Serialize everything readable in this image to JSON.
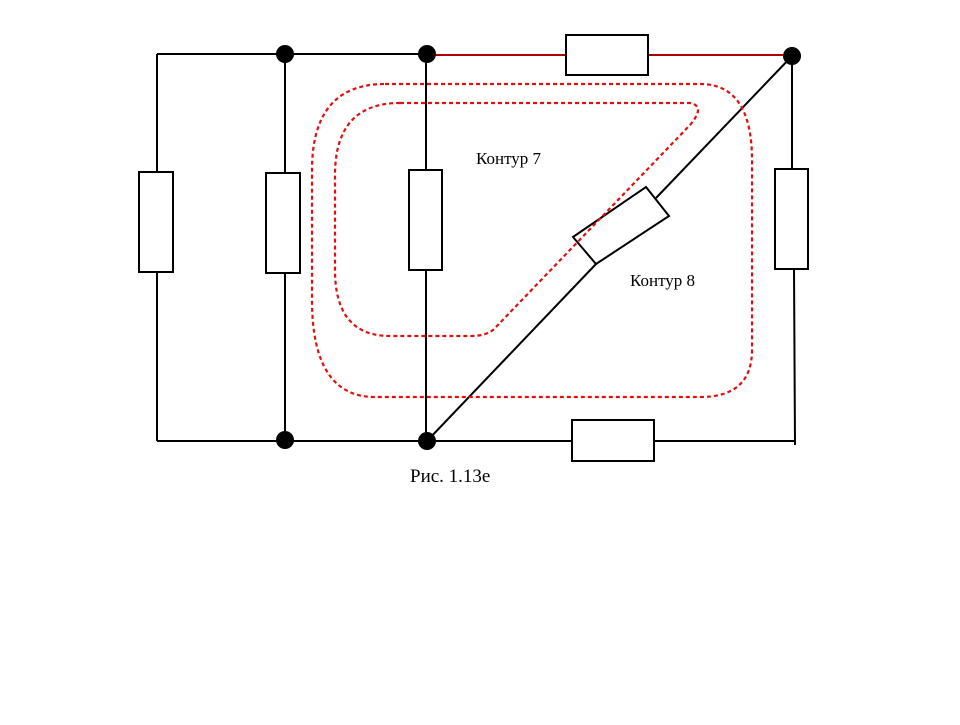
{
  "diagram": {
    "labels": {
      "contour7": "Контур 7",
      "contour8": "Контур 8"
    },
    "caption": "Рис. 1.13е"
  },
  "colors": {
    "wire": "#000000",
    "contour": "#e01010",
    "highlight_wire": "#b00000"
  }
}
